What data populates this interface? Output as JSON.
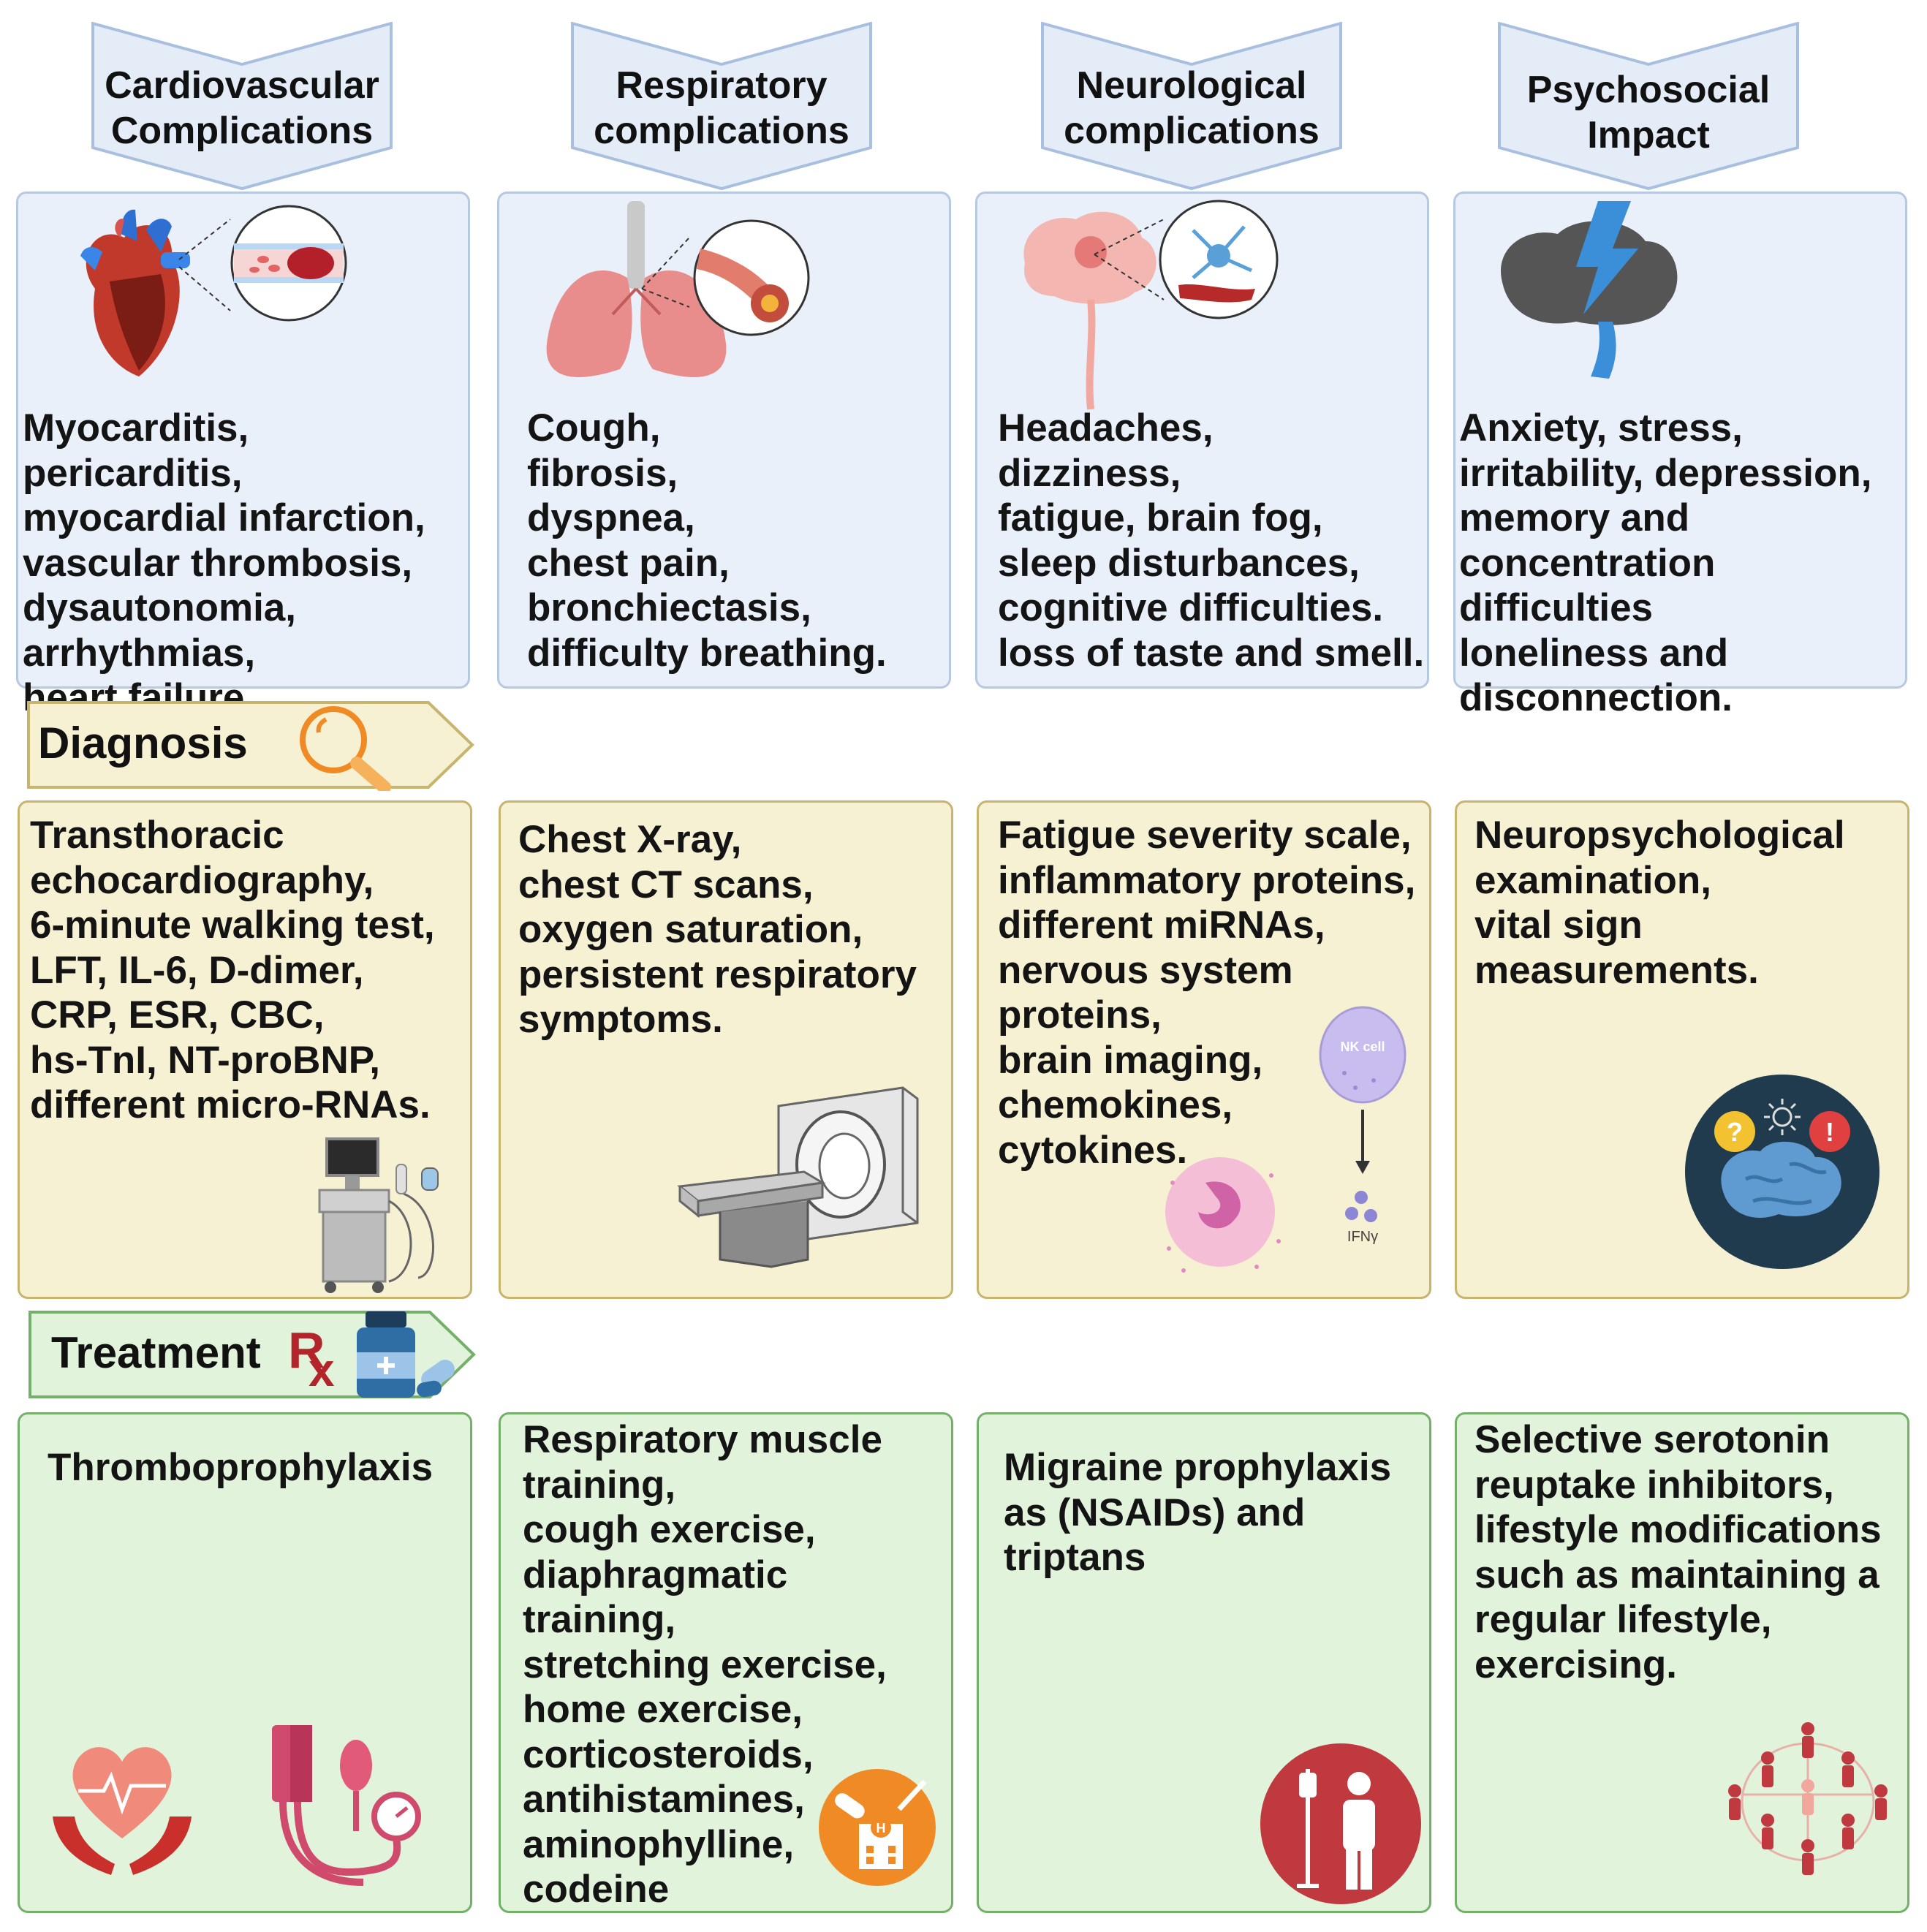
{
  "headers": [
    {
      "title": "Cardiovascular\nComplications"
    },
    {
      "title": "Respiratory\ncomplications"
    },
    {
      "title": "Neurological\ncomplications"
    },
    {
      "title": "Psychosocial\nImpact"
    }
  ],
  "complications": [
    {
      "text": "Myocarditis, pericarditis,\nmyocardial infarction,\nvascular thrombosis,\ndysautonomia,\narrhythmias,\nheart failure.",
      "icon": "heart-icon"
    },
    {
      "text": "Cough,\nfibrosis,\ndyspnea,\nchest pain,\nbronchiectasis,\ndifficulty breathing.",
      "icon": "lungs-icon"
    },
    {
      "text": "Headaches,\ndizziness,\nfatigue, brain fog,\nsleep disturbances,\ncognitive difficulties.\nloss of taste and smell.",
      "icon": "brain-neuron-icon"
    },
    {
      "text": "Anxiety, stress,\nirritability, depression,\nmemory and\nconcentration difficulties\nloneliness and\ndisconnection.",
      "icon": "brain-lightning-icon"
    }
  ],
  "diagnosis": {
    "label": "Diagnosis",
    "icon": "magnifier-icon",
    "items": [
      {
        "text": "Transthoracic\nechocardiography,\n6-minute walking test,\nLFT, IL-6, D-dimer,\nCRP, ESR, CBC,\nhs-TnI,  NT-proBNP,\ndifferent micro-RNAs.",
        "icon": "ultrasound-machine-icon"
      },
      {
        "text": "Chest X-ray,\nchest CT scans,\noxygen saturation,\npersistent respiratory\nsymptoms.",
        "icon": "ct-scanner-icon"
      },
      {
        "text": "Fatigue severity scale,\ninflammatory proteins,\ndifferent miRNAs,\nnervous system\nproteins,\nbrain imaging,\nchemokines,\ncytokines.",
        "icon": "immune-cells-icon",
        "nk_label": "NK cell",
        "ifn_label": "IFNγ"
      },
      {
        "text": "Neuropsychological\nexamination,\nvital sign\nmeasurements.",
        "icon": "brain-question-icon"
      }
    ]
  },
  "treatment": {
    "label": "Treatment",
    "rx": "R",
    "rx_sub": "x",
    "icon": "medicine-bottle-icon",
    "items": [
      {
        "text": "Thromboprophylaxis",
        "icon": "heart-hands-icon"
      },
      {
        "text": "Respiratory muscle\ntraining,\ncough exercise,\ndiaphragmatic training,\nstretching exercise,\nhome exercise,\ncorticosteroids,\nantihistamines,\naminophylline,\ncodeine",
        "icon": "hospital-pills-icon"
      },
      {
        "text": "Migraine prophylaxis\nas (NSAIDs) and\ntriptans",
        "icon": "patient-iv-icon"
      },
      {
        "text": "Selective serotonin\nreuptake inhibitors,\nlifestyle modifications\nsuch as maintaining a\nregular lifestyle,\nexercising.",
        "icon": "people-network-icon"
      }
    ]
  },
  "colors": {
    "blue_card": "#e9f0fa",
    "yellow_card": "#f6f1d3",
    "green_card": "#e2f3dc",
    "banner": "#e4ecf8"
  }
}
